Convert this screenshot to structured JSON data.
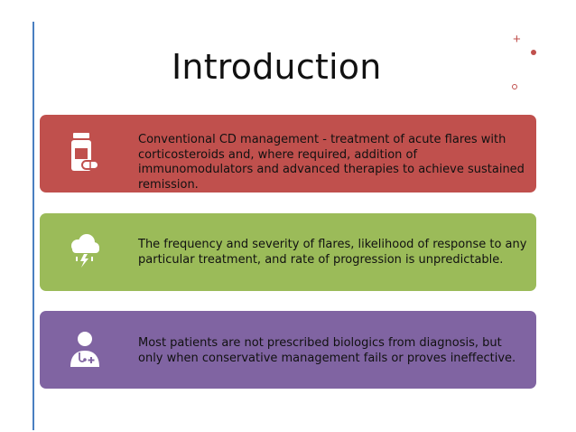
{
  "slide": {
    "title": "Introduction",
    "accent_colors": {
      "line": "#4a7fc1",
      "decoration": "#c0504d"
    },
    "cards": [
      {
        "icon": "pill-bottle-icon",
        "color": "#c0504d",
        "text": "Conventional  CD management - treatment of acute flares with corticosteroids and, where required, addition of immunomodulators and advanced therapies to achieve sustained remission."
      },
      {
        "icon": "storm-cloud-icon",
        "color": "#9bbb59",
        "text": "The frequency and severity of flares, likelihood of response to any particular treatment, and rate of progression is unpredictable."
      },
      {
        "icon": "doctor-icon",
        "color": "#8064a2",
        "text": "Most patients are not prescribed biologics from diagnosis, but only when conservative management fails or proves ineffective."
      }
    ]
  }
}
